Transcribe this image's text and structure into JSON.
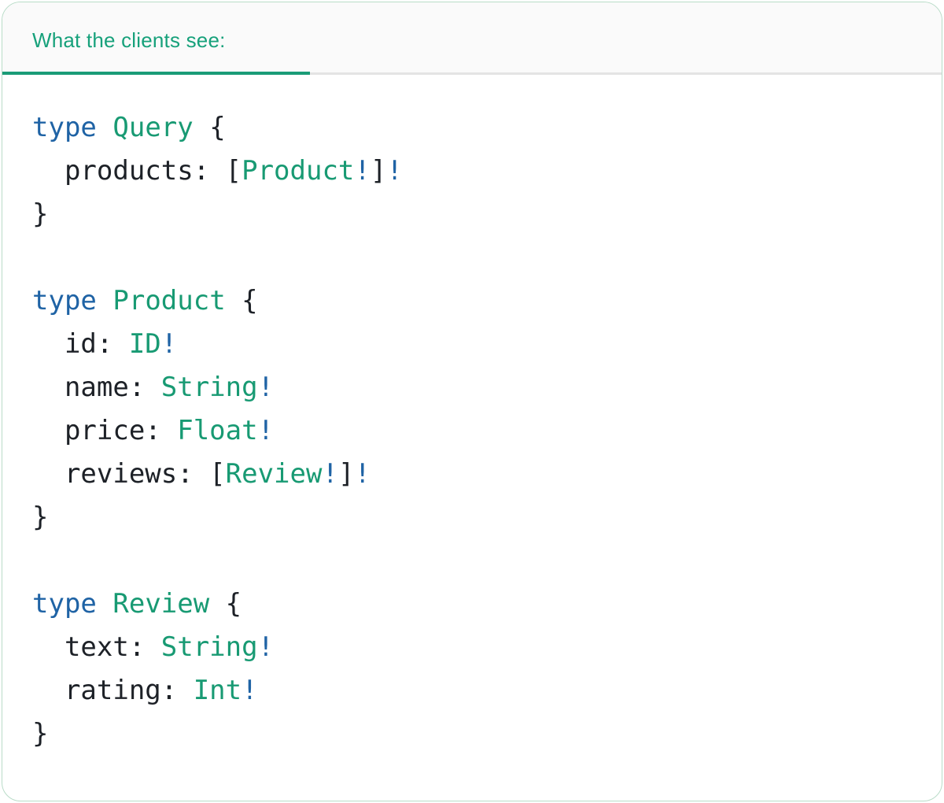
{
  "header": {
    "tab_label": "What the clients see:"
  },
  "colors": {
    "accent": "#1a9c77",
    "tab_text": "#17a17b",
    "keyword_blue": "#1f63a5",
    "type_green": "#189a73",
    "code_text": "#1d2127",
    "divider_gray": "#e4e4e4",
    "header_bg": "#fafafa",
    "card_border": "#b9dcc8",
    "card_bg": "#ffffff"
  },
  "code": {
    "language": "graphql",
    "plain_text": "type Query {\n  products: [Product!]!\n}\n\ntype Product {\n  id: ID!\n  name: String!\n  price: Float!\n  reviews: [Review!]!\n}\n\ntype Review {\n  text: String!\n  rating: Int!\n}",
    "lines": [
      [
        {
          "c": "k",
          "s": "type"
        },
        {
          "c": "p",
          "s": " "
        },
        {
          "c": "t",
          "s": "Query"
        },
        {
          "c": "p",
          "s": " {"
        }
      ],
      [
        {
          "c": "p",
          "s": "  products: ["
        },
        {
          "c": "t",
          "s": "Product"
        },
        {
          "c": "b",
          "s": "!"
        },
        {
          "c": "p",
          "s": "]"
        },
        {
          "c": "b",
          "s": "!"
        }
      ],
      [
        {
          "c": "p",
          "s": "}"
        }
      ],
      [],
      [
        {
          "c": "k",
          "s": "type"
        },
        {
          "c": "p",
          "s": " "
        },
        {
          "c": "t",
          "s": "Product"
        },
        {
          "c": "p",
          "s": " {"
        }
      ],
      [
        {
          "c": "p",
          "s": "  id: "
        },
        {
          "c": "t",
          "s": "ID"
        },
        {
          "c": "b",
          "s": "!"
        }
      ],
      [
        {
          "c": "p",
          "s": "  name: "
        },
        {
          "c": "t",
          "s": "String"
        },
        {
          "c": "b",
          "s": "!"
        }
      ],
      [
        {
          "c": "p",
          "s": "  price: "
        },
        {
          "c": "t",
          "s": "Float"
        },
        {
          "c": "b",
          "s": "!"
        }
      ],
      [
        {
          "c": "p",
          "s": "  reviews: ["
        },
        {
          "c": "t",
          "s": "Review"
        },
        {
          "c": "b",
          "s": "!"
        },
        {
          "c": "p",
          "s": "]"
        },
        {
          "c": "b",
          "s": "!"
        }
      ],
      [
        {
          "c": "p",
          "s": "}"
        }
      ],
      [],
      [
        {
          "c": "k",
          "s": "type"
        },
        {
          "c": "p",
          "s": " "
        },
        {
          "c": "t",
          "s": "Review"
        },
        {
          "c": "p",
          "s": " {"
        }
      ],
      [
        {
          "c": "p",
          "s": "  text: "
        },
        {
          "c": "t",
          "s": "String"
        },
        {
          "c": "b",
          "s": "!"
        }
      ],
      [
        {
          "c": "p",
          "s": "  rating: "
        },
        {
          "c": "t",
          "s": "Int"
        },
        {
          "c": "b",
          "s": "!"
        }
      ],
      [
        {
          "c": "p",
          "s": "}"
        }
      ]
    ]
  }
}
